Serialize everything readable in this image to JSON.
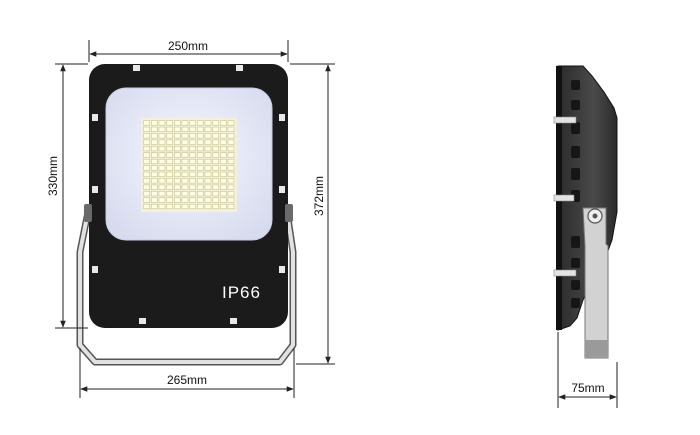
{
  "dimensions": {
    "front_width": "250mm",
    "bracket_width": "265mm",
    "body_height": "330mm",
    "total_height": "372mm",
    "depth": "75mm"
  },
  "product": {
    "ip_rating": "IP66",
    "led_grid": {
      "rows": 14,
      "cols": 12
    }
  },
  "colors": {
    "housing": "#1b1b1b",
    "lens": "#e7e9f5",
    "led": "#fffde0",
    "bracket": "#cfcfcf",
    "dimension_line": "#222222"
  }
}
